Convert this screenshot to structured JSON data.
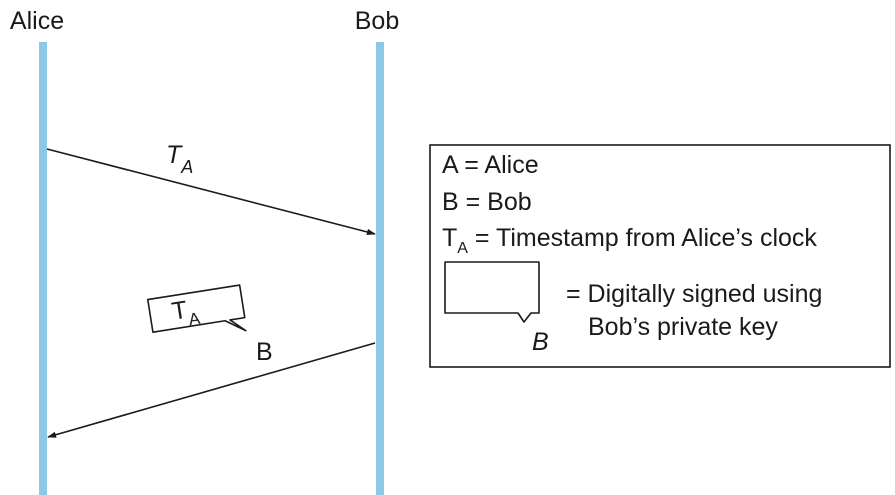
{
  "participants": {
    "alice": "Alice",
    "bob": "Bob"
  },
  "messages": [
    {
      "direction": "Alice → Bob",
      "label": {
        "base": "T",
        "subscript": "A"
      }
    },
    {
      "direction": "Bob → Alice",
      "label": {
        "base": "T",
        "subscript": "A"
      },
      "signer": "B"
    }
  ],
  "legend": {
    "line_a": "A = Alice",
    "line_b": "B = Bob",
    "line_t": {
      "base": "T",
      "subscript": "A",
      "rest": " = Timestamp from Alice’s clock"
    },
    "signed_line1": "= Digitally signed using",
    "signed_line2": "Bob’s private key",
    "signed_signer": "B"
  },
  "colors": {
    "lifeline": "#8ec8e8",
    "ink": "#1a1a1a"
  }
}
